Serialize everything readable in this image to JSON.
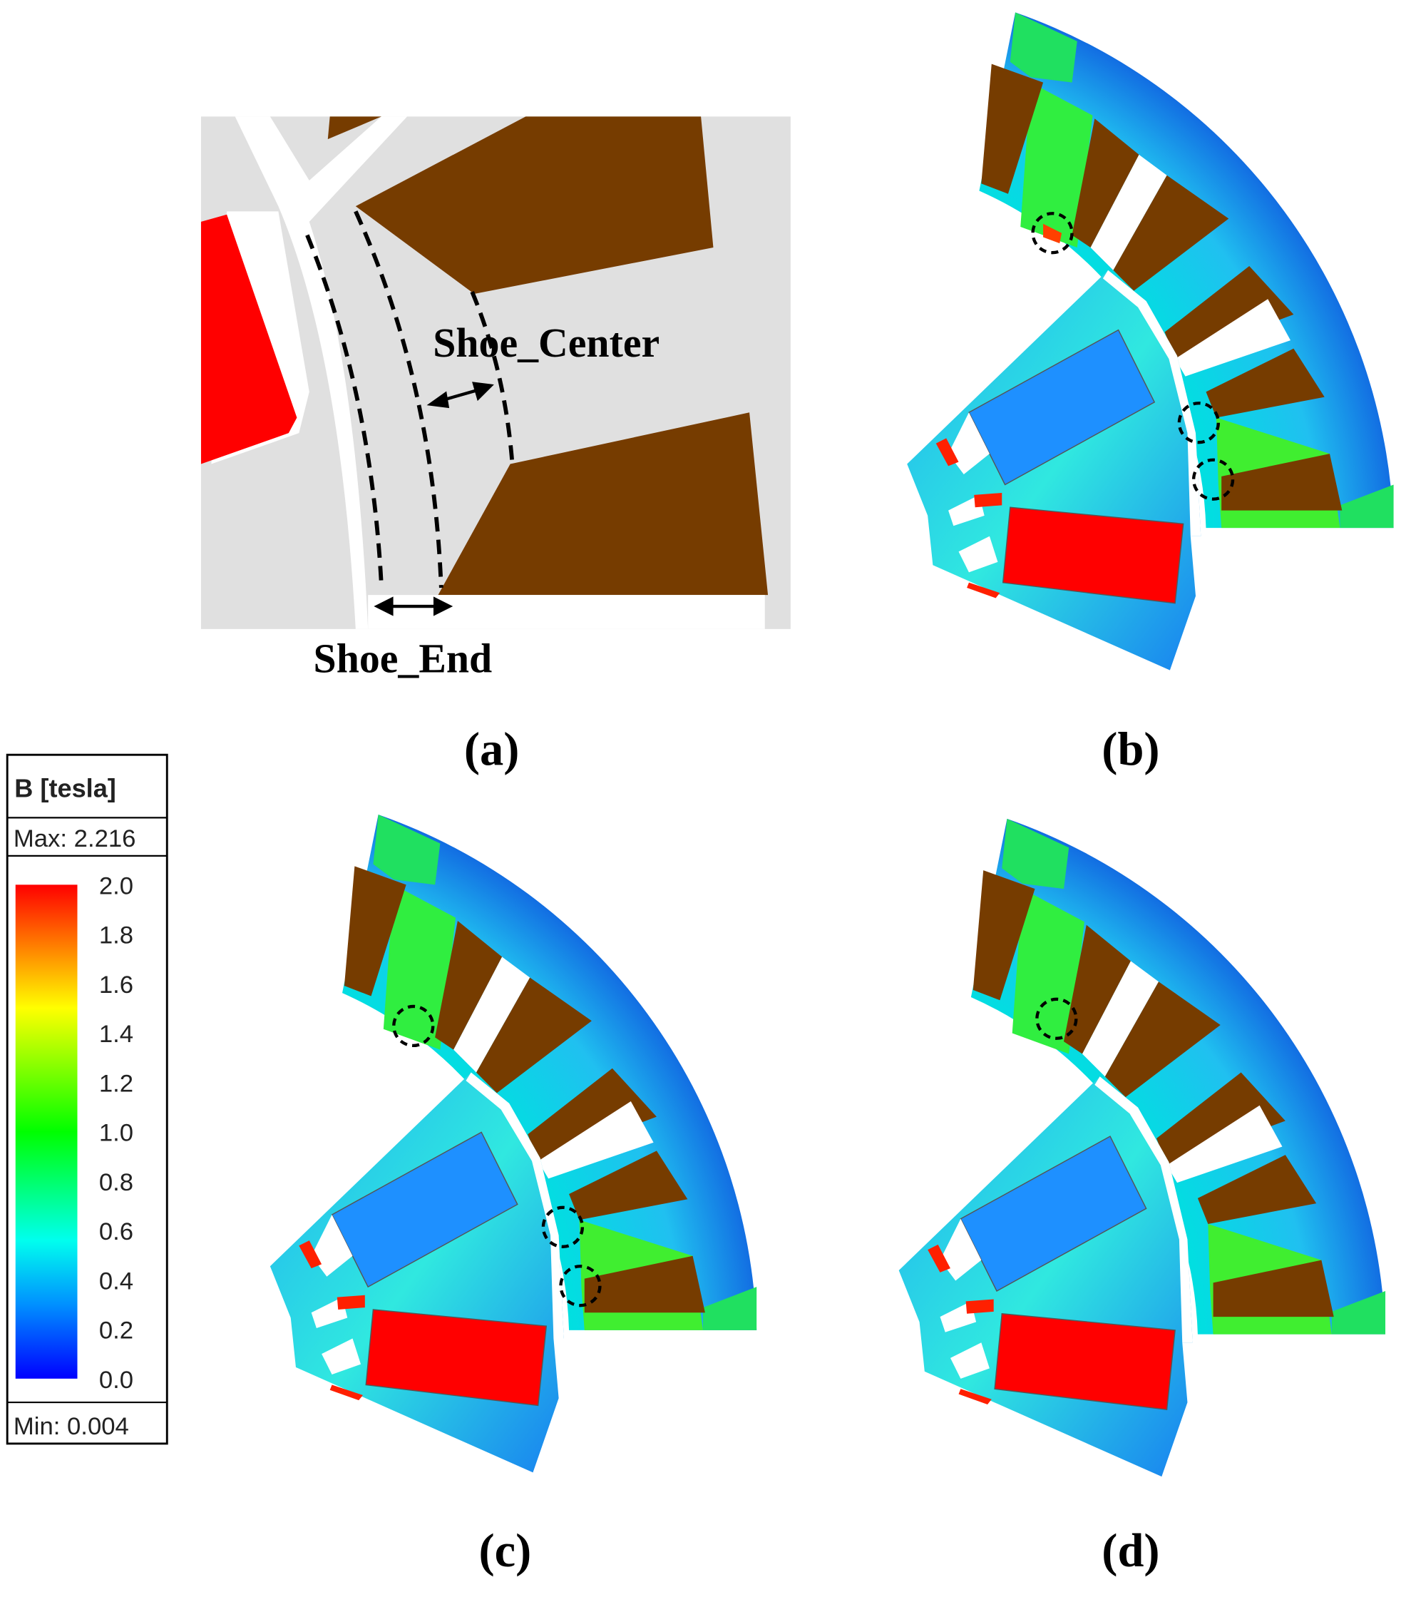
{
  "panel_a": {
    "label": "(a)",
    "annotations": [
      "Shoe_Center",
      "Shoe_End"
    ]
  },
  "panel_b": {
    "label": "(b)"
  },
  "panel_c": {
    "label": "(c)"
  },
  "panel_d": {
    "label": "(d)"
  },
  "legend": {
    "title": "B [tesla]",
    "max": "Max: 2.216",
    "min": "Min: 0.004",
    "ticks": [
      "2.0",
      "1.8",
      "1.6",
      "1.4",
      "1.2",
      "1.0",
      "0.8",
      "0.6",
      "0.4",
      "0.2",
      "0.0"
    ],
    "colors": [
      "#ff0000",
      "#ff8000",
      "#ffff00",
      "#00ff00",
      "#00ffff",
      "#0080ff",
      "#0000ff"
    ]
  },
  "colors": {
    "coil": "#763c00",
    "magnet_red": "#ff0000",
    "magnet_blue": "#1e90ff",
    "steel": "#e0e0e0"
  }
}
